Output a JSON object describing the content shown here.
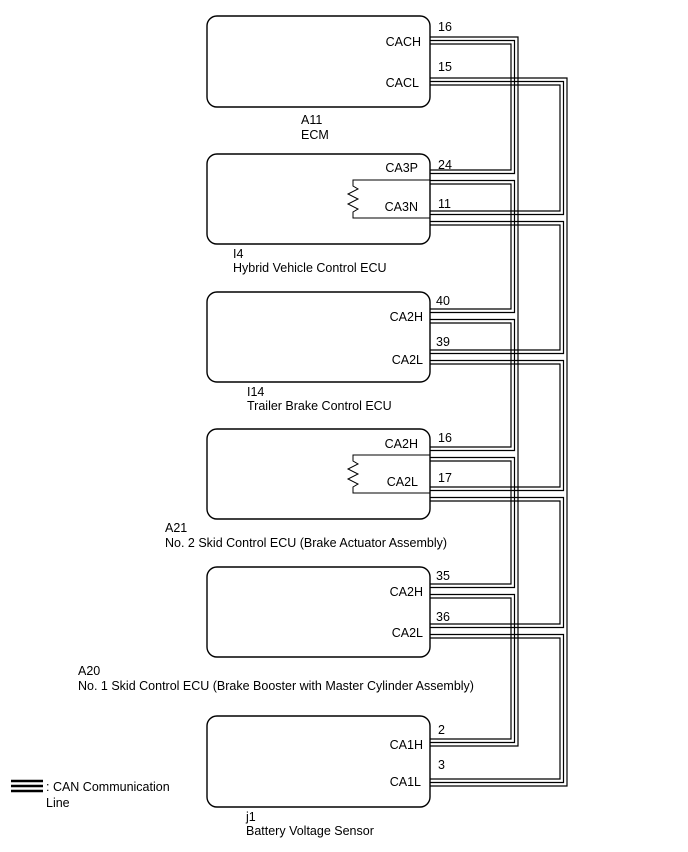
{
  "ecus": [
    {
      "code": "A11",
      "name": "ECM",
      "pins": [
        {
          "label": "CACH",
          "number": "16"
        },
        {
          "label": "CACL",
          "number": "15"
        }
      ]
    },
    {
      "code": "I4",
      "name": "Hybrid Vehicle Control ECU",
      "pins": [
        {
          "label": "CA3P",
          "number": "24"
        },
        {
          "label": "CA3N",
          "number": "11"
        }
      ]
    },
    {
      "code": "I14",
      "name": "Trailer Brake Control ECU",
      "pins": [
        {
          "label": "CA2H",
          "number": "40"
        },
        {
          "label": "CA2L",
          "number": "39"
        }
      ]
    },
    {
      "code": "A21",
      "name": "No. 2 Skid Control ECU (Brake Actuator Assembly)",
      "pins": [
        {
          "label": "CA2H",
          "number": "16"
        },
        {
          "label": "CA2L",
          "number": "17"
        }
      ]
    },
    {
      "code": "A20",
      "name": "No. 1 Skid Control ECU (Brake Booster with Master Cylinder Assembly)",
      "pins": [
        {
          "label": "CA2H",
          "number": "35"
        },
        {
          "label": "CA2L",
          "number": "36"
        }
      ]
    },
    {
      "code": "j1",
      "name": "Battery Voltage Sensor",
      "pins": [
        {
          "label": "CA1H",
          "number": "2"
        },
        {
          "label": "CA1L",
          "number": "3"
        }
      ]
    }
  ],
  "legend": {
    "line1": ": CAN Communication",
    "line2": "Line"
  }
}
